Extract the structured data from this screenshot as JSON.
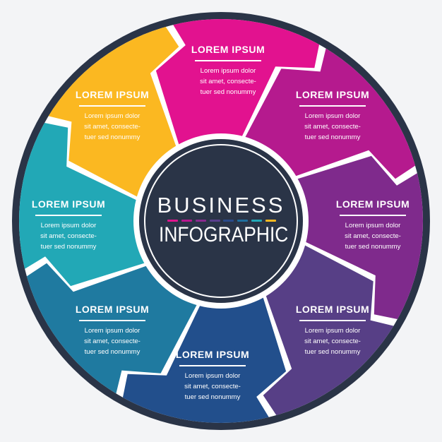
{
  "center": {
    "title": "BUSINESS",
    "subtitle": "INFOGRAPHIC",
    "fill": "#2a3447",
    "dash_colors": [
      "#e0158e",
      "#b8168f",
      "#8a2a8f",
      "#5a3f8c",
      "#2a4a8a",
      "#1f6f9e",
      "#23a9b8",
      "#fbb921"
    ]
  },
  "colors": {
    "outer_ring": "#2a3447",
    "background": "#f3f4f6",
    "divider": "#ffffff"
  },
  "segments": [
    {
      "id": "magenta",
      "color": "#e2128f",
      "title": "LOREM IPSUM",
      "body": [
        "Lorem ipsum dolor",
        "sit amet, consecte-",
        "tuer sed nonummy"
      ]
    },
    {
      "id": "pink-purple",
      "color": "#b51a8e",
      "title": "LOREM IPSUM",
      "body": [
        "Lorem ipsum dolor",
        "sit amet, consecte-",
        "tuer sed nonummy"
      ]
    },
    {
      "id": "purple",
      "color": "#7f2a8c",
      "title": "LOREM IPSUM",
      "body": [
        "Lorem ipsum dolor",
        "sit amet, consecte-",
        "tuer sed nonummy"
      ]
    },
    {
      "id": "violet",
      "color": "#573f86",
      "title": "LOREM IPSUM",
      "body": [
        "Lorem ipsum dolor",
        "sit amet, consecte-",
        "tuer sed nonummy"
      ]
    },
    {
      "id": "navy-blue",
      "color": "#224f8c",
      "title": "LOREM IPSUM",
      "body": [
        "Lorem ipsum dolor",
        "sit amet, consecte-",
        "tuer sed nonummy"
      ]
    },
    {
      "id": "teal-blue",
      "color": "#1f7aa0",
      "title": "LOREM IPSUM",
      "body": [
        "Lorem ipsum dolor",
        "sit amet, consecte-",
        "tuer sed nonummy"
      ]
    },
    {
      "id": "turquoise",
      "color": "#22a8b6",
      "title": "LOREM IPSUM",
      "body": [
        "Lorem ipsum dolor",
        "sit amet, consecte-",
        "tuer sed nonummy"
      ]
    },
    {
      "id": "yellow",
      "color": "#fbb821",
      "title": "LOREM IPSUM",
      "body": [
        "Lorem ipsum dolor",
        "sit amet, consecte-",
        "tuer sed nonummy"
      ]
    }
  ]
}
